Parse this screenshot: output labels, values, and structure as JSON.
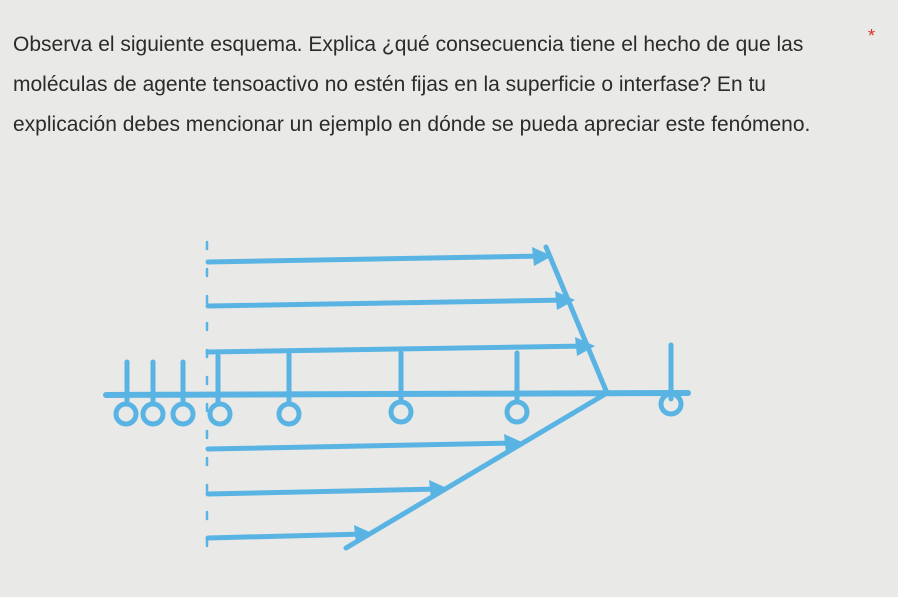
{
  "question": {
    "text": "Observa el siguiente esquema. Explica ¿qué consecuencia tiene el hecho de que las moléculas de agente tensoactivo no estén fijas en la superficie o interfase? En tu explicación debes mencionar un ejemplo en dónde se pueda apreciar este fenómeno.",
    "required_mark": "*"
  },
  "colors": {
    "background": "#e9e9e7",
    "text": "#2b2b2b",
    "diagram_blue": "#5ab4e3",
    "required": "#d93025"
  },
  "diagram": {
    "flow_arrows_above_interface": 3,
    "flow_arrows_below_interface": 3,
    "surfactant_molecules": 8
  }
}
